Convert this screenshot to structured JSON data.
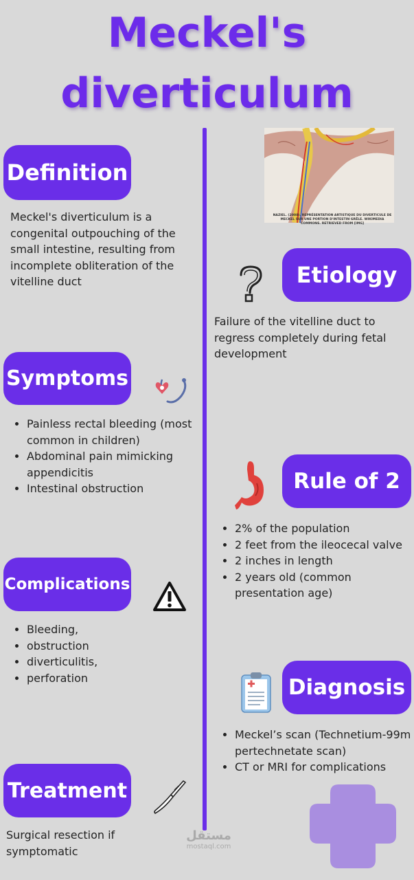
{
  "title": "Meckel's diverticulum",
  "sections": {
    "definition": {
      "heading": "Definition",
      "text": "Meckel's diverticulum is a congenital outpouching of the small intestine, resulting from incomplete obliteration of the vitelline duct"
    },
    "etiology": {
      "heading": "Etiology",
      "text": "Failure of the vitelline duct to regress completely during fetal development"
    },
    "symptoms": {
      "heading": "Symptoms",
      "items": [
        "Painless rectal bleeding (most common in children)",
        "Abdominal pain mimicking appendicitis",
        "Intestinal obstruction"
      ]
    },
    "rule_of_2": {
      "heading": "Rule of 2",
      "items": [
        "2% of the population",
        "2 feet from the ileocecal valve",
        "2 inches in length",
        "2 years old (common presentation age)"
      ]
    },
    "complications": {
      "heading": "Complications",
      "items": [
        "Bleeding,",
        "obstruction",
        "diverticulitis,",
        "perforation"
      ]
    },
    "diagnosis": {
      "heading": "Diagnosis",
      "items": [
        "Meckel’s scan (Technetium-99m pertechnetate scan)",
        "CT or MRI for complications"
      ]
    },
    "treatment": {
      "heading": "Treatment",
      "text": "Surgical resection if symptomatic"
    }
  },
  "image_caption": "NAZIEL. (2008). REPRÉSENTATION ARTISTIQUE DU DIVERTICULE DE MECKEL SUR UNE PORTION D'INTESTIN GRÊLE. WIKIMEDIA COMMONS. RETRIEVED FROM [IMG]",
  "watermark": {
    "arabic": "مستقل",
    "latin": "mostaql.com"
  },
  "icons": {
    "etiology": "question-mark-icon",
    "symptoms": "stethoscope-icon",
    "rule_of_2": "stomach-icon",
    "complications": "warning-icon",
    "diagnosis": "clipboard-icon",
    "treatment": "scalpel-icon",
    "decor": "medical-cross-icon"
  },
  "colors": {
    "accent": "#6a2ee8",
    "title": "#6c2bea",
    "background": "#d9d9d9",
    "cross": "#a98ee0"
  }
}
